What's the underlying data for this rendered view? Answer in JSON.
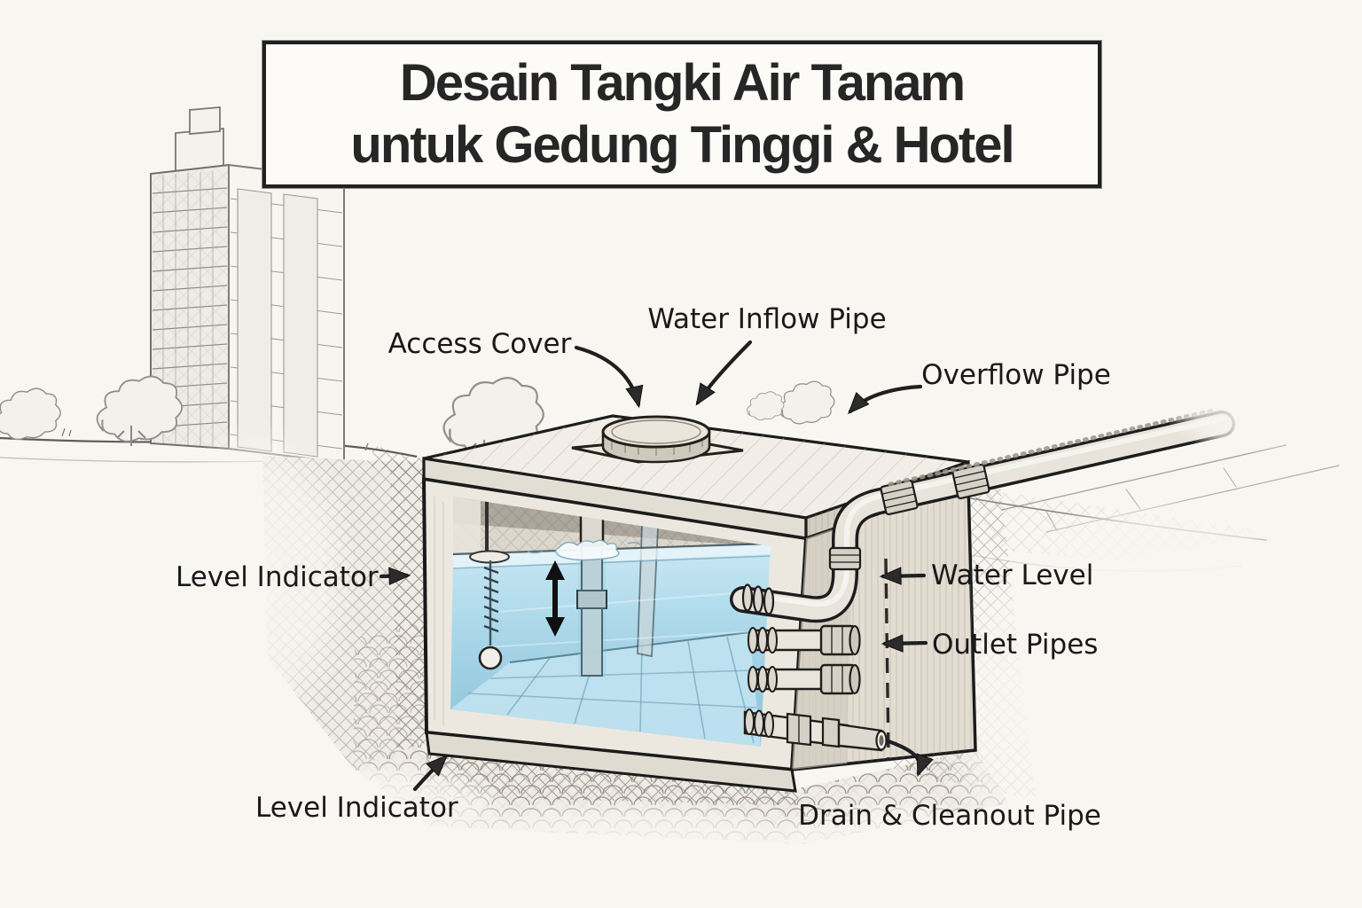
{
  "title": {
    "line1": "Desain Tangki Air Tanam",
    "line2": "untuk Gedung Tinggi & Hotel"
  },
  "labels": {
    "access_cover": "Access Cover",
    "water_inflow_pipe": "Water Inflow Pipe",
    "overflow_pipe": "Overflow Pipe",
    "level_indicator_left": "Level Indicator",
    "water_level": "Water Level",
    "outlet_pipes": "Outlet Pipes",
    "level_indicator_bottom": "Level Indicator",
    "drain_cleanout_pipe": "Drain & Cleanout Pipe"
  },
  "colors": {
    "paper": "#f8f6f1",
    "ink": "#1d1d1d",
    "water": "#a9d6e8",
    "concrete": "#ece8e0"
  }
}
